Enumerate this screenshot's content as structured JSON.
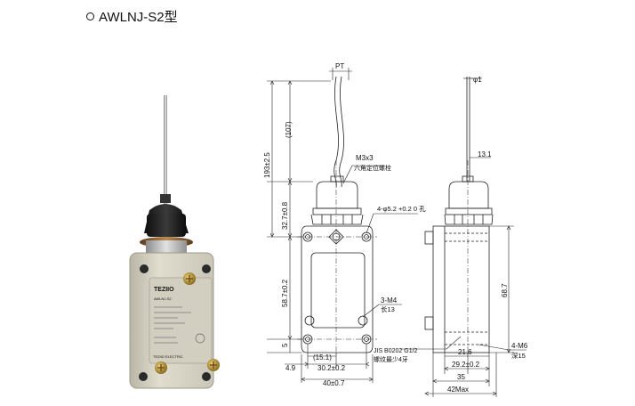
{
  "title": "AWLNJ-S2型",
  "product": {
    "brand_logo": "TEZIIO",
    "model_label": "AWLNJ-S2",
    "footer_label": "TEZIIO ELECTRIC"
  },
  "front_view": {
    "dim_pt": "PT",
    "dim_107": "(107)",
    "dim_193": "193±2.5",
    "dim_327": "32.7±0.8",
    "dim_587": "58.7±0.2",
    "dim_5": "5",
    "dim_49": "4.9",
    "dim_302": "30.2±0.2",
    "dim_151": "(15.1)",
    "dim_40": "40±0.7",
    "note_m3_1": "M3x3",
    "note_m3_2": "六角定位螺栓",
    "note_hole": "4-φ5.2 +0.2 0 孔",
    "note_m4_1": "3-M4",
    "note_m4_2": "长13"
  },
  "side_view": {
    "dim_phi1": "φ1",
    "dim_131": "13.1",
    "dim_687": "68.7",
    "dim_216": "21.6",
    "dim_292": "29.2±0.2",
    "dim_35": "35",
    "dim_42": "42Max",
    "note_m6_1": "4-M6",
    "note_m6_2": "深15",
    "note_jis_1": "JIS B0202 G1/2",
    "note_jis_2": "螺纹最少4牙"
  }
}
